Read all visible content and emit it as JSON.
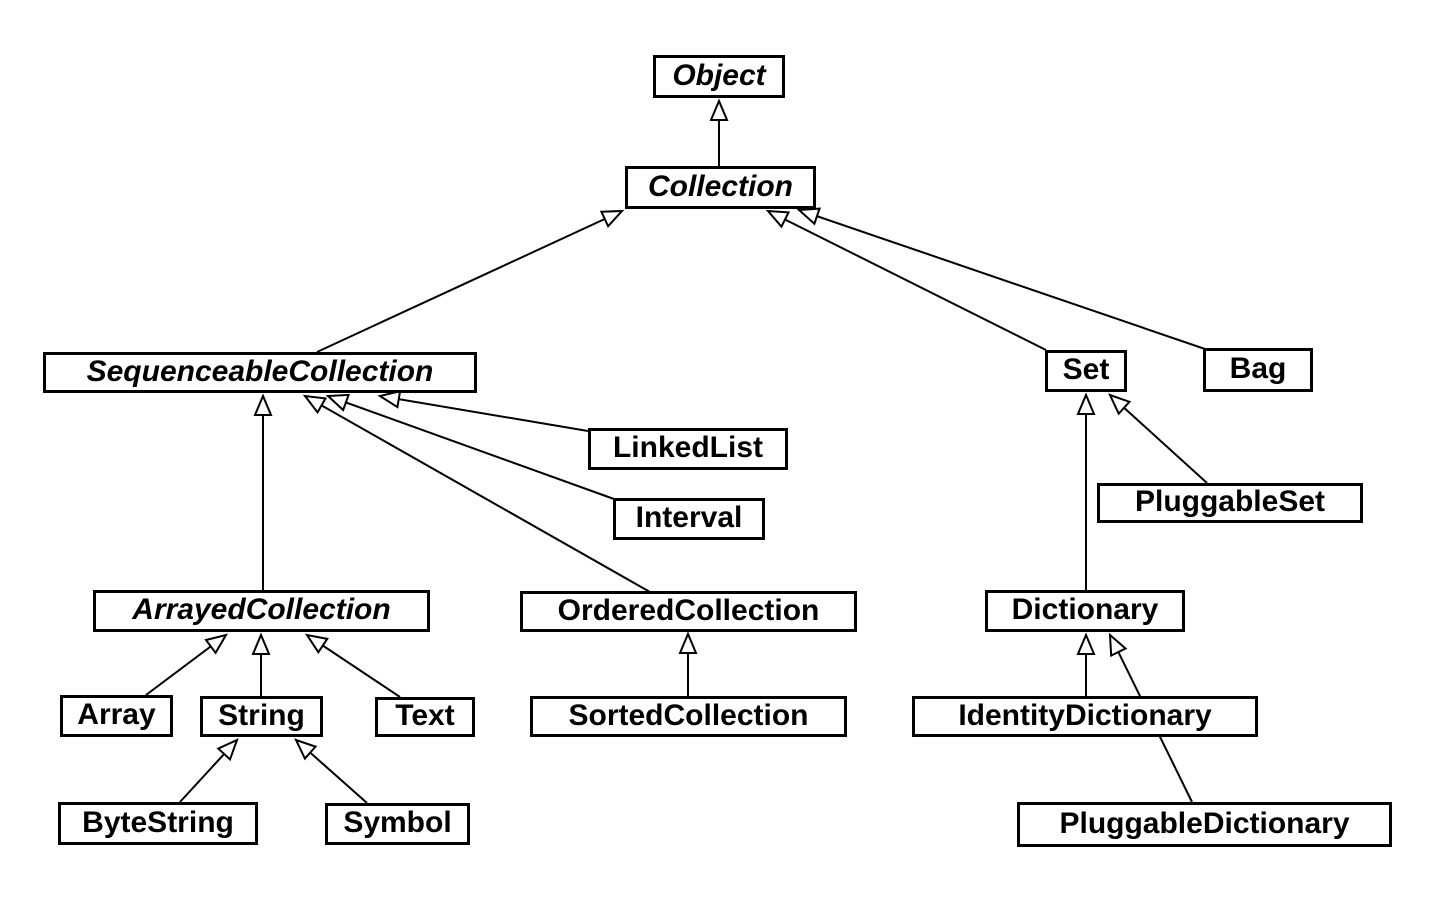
{
  "diagram": {
    "kind": "class-inheritance-hierarchy",
    "line_color": "#000000",
    "box_fill": "#ffffff",
    "background": "#ffffff",
    "arrowhead_style": "hollow-triangle"
  },
  "nodes": [
    {
      "id": "object",
      "label": "Object",
      "abstract": true
    },
    {
      "id": "collection",
      "label": "Collection",
      "abstract": true
    },
    {
      "id": "sequenceableCollection",
      "label": "SequenceableCollection",
      "abstract": true
    },
    {
      "id": "set",
      "label": "Set",
      "abstract": false
    },
    {
      "id": "bag",
      "label": "Bag",
      "abstract": false
    },
    {
      "id": "linkedList",
      "label": "LinkedList",
      "abstract": false
    },
    {
      "id": "interval",
      "label": "Interval",
      "abstract": false
    },
    {
      "id": "arrayedCollection",
      "label": "ArrayedCollection",
      "abstract": true
    },
    {
      "id": "orderedCollection",
      "label": "OrderedCollection",
      "abstract": false
    },
    {
      "id": "dictionary",
      "label": "Dictionary",
      "abstract": false
    },
    {
      "id": "array",
      "label": "Array",
      "abstract": false
    },
    {
      "id": "string",
      "label": "String",
      "abstract": false
    },
    {
      "id": "text",
      "label": "Text",
      "abstract": false
    },
    {
      "id": "sortedCollection",
      "label": "SortedCollection",
      "abstract": false
    },
    {
      "id": "identityDictionary",
      "label": "IdentityDictionary",
      "abstract": false
    },
    {
      "id": "pluggableSet",
      "label": "PluggableSet",
      "abstract": false
    },
    {
      "id": "byteString",
      "label": "ByteString",
      "abstract": false
    },
    {
      "id": "symbol",
      "label": "Symbol",
      "abstract": false
    },
    {
      "id": "pluggableDictionary",
      "label": "PluggableDictionary",
      "abstract": false
    }
  ],
  "edges": [
    {
      "from": "collection",
      "to": "object"
    },
    {
      "from": "sequenceableCollection",
      "to": "collection"
    },
    {
      "from": "set",
      "to": "collection"
    },
    {
      "from": "bag",
      "to": "collection"
    },
    {
      "from": "arrayedCollection",
      "to": "sequenceableCollection"
    },
    {
      "from": "linkedList",
      "to": "sequenceableCollection"
    },
    {
      "from": "interval",
      "to": "sequenceableCollection"
    },
    {
      "from": "orderedCollection",
      "to": "sequenceableCollection"
    },
    {
      "from": "sortedCollection",
      "to": "orderedCollection"
    },
    {
      "from": "array",
      "to": "arrayedCollection"
    },
    {
      "from": "string",
      "to": "arrayedCollection"
    },
    {
      "from": "text",
      "to": "arrayedCollection"
    },
    {
      "from": "byteString",
      "to": "string"
    },
    {
      "from": "symbol",
      "to": "string"
    },
    {
      "from": "pluggableSet",
      "to": "set"
    },
    {
      "from": "dictionary",
      "to": "set"
    },
    {
      "from": "identityDictionary",
      "to": "dictionary"
    },
    {
      "from": "pluggableDictionary",
      "to": "dictionary"
    }
  ]
}
